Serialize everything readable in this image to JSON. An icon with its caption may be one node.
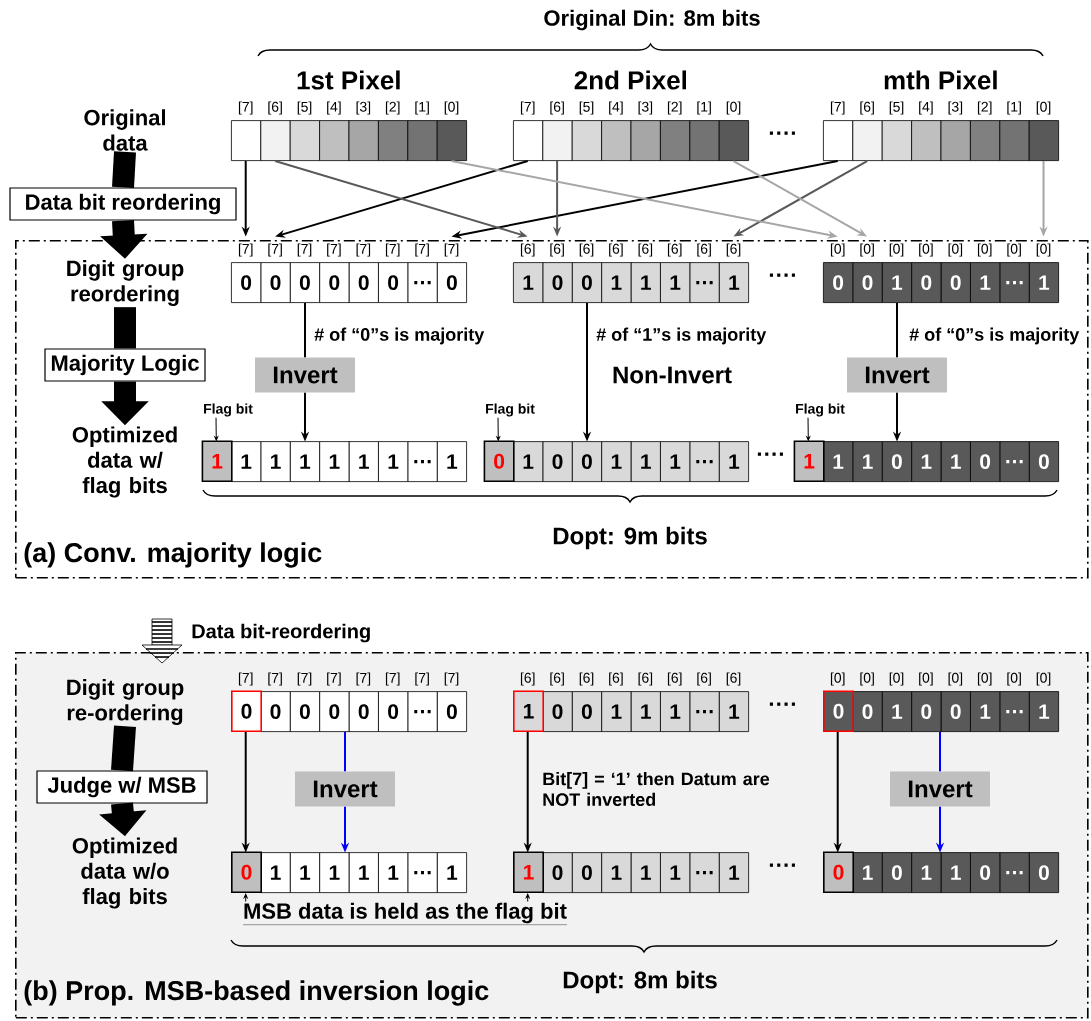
{
  "diagram": {
    "nodes": [
      {
        "text": [
          "(a) Conv. majority logic"
        ]
      },
      {
        "text": [
          "(b) Prop. MSB-based inversion logic"
        ]
      },
      {
        "text": [
          "Original data"
        ]
      },
      {
        "text": [
          "Data bit reordering"
        ]
      },
      {
        "text": [
          "Digit group reordering"
        ],
        "in": 0
      },
      {
        "text": [
          "Majority Logic"
        ],
        "in": 0
      },
      {
        "text": [
          "Optimized data w/ flag bits"
        ],
        "in": 0
      },
      {
        "text": [
          "1st Pixel",
          "[7]",
          "[6]",
          "[5]",
          "[4]",
          "[3]",
          "[2]",
          "[1]",
          "[0]"
        ]
      },
      {
        "text": [
          "2nd Pixel",
          "[7]",
          "[6]",
          "[5]",
          "[4]",
          "[3]",
          "[2]",
          "[1]",
          "[0]"
        ]
      },
      {
        "text": [
          "mth Pixel",
          "[7]",
          "[6]",
          "[5]",
          "[4]",
          "[3]",
          "[2]",
          "[1]",
          "[0]"
        ]
      },
      {
        "text": [
          "[7]",
          "[7]",
          "[7]",
          "[7]",
          "[7]",
          "[7]",
          "[7]",
          "[7]",
          "0",
          "0",
          "0",
          "0",
          "0",
          "0",
          "…",
          "0"
        ],
        "in": 0
      },
      {
        "text": [
          "[6]",
          "[6]",
          "[6]",
          "[6]",
          "[6]",
          "[6]",
          "[6]",
          "[6]",
          "1",
          "0",
          "0",
          "1",
          "1",
          "1",
          "…",
          "1"
        ],
        "in": 0
      },
      {
        "text": [
          "[0]",
          "[0]",
          "[0]",
          "[0]",
          "[0]",
          "[0]",
          "[0]",
          "[0]",
          "0",
          "0",
          "1",
          "0",
          "0",
          "1",
          "…",
          "1"
        ],
        "in": 0
      },
      {
        "text": [
          "Invert"
        ],
        "in": 0
      },
      {
        "text": [
          "Invert"
        ],
        "in": 0
      },
      {
        "text": [
          "Flag bit"
        ],
        "in": 0
      },
      {
        "text": [
          "Flag bit"
        ],
        "in": 0
      },
      {
        "text": [
          "Flag bit"
        ],
        "in": 0
      },
      {
        "text": [
          "1",
          "1",
          "1",
          "1",
          "1",
          "1",
          "1",
          "…",
          "1"
        ],
        "in": 0
      },
      {
        "text": [
          "0",
          "1",
          "0",
          "0",
          "1",
          "1",
          "1",
          "…",
          "1"
        ],
        "in": 0
      },
      {
        "text": [
          "1",
          "1",
          "1",
          "0",
          "1",
          "1",
          "0",
          "…",
          "0"
        ],
        "in": 0
      },
      {
        "text": [
          "Digit group re-ordering"
        ],
        "in": 1
      },
      {
        "text": [
          "Judge w/ MSB"
        ],
        "in": 1
      },
      {
        "text": [
          "Optimized data w/o flag bits"
        ],
        "in": 1
      },
      {
        "text": [
          "[7]",
          "[7]",
          "[7]",
          "[7]",
          "[7]",
          "[7]",
          "[7]",
          "[7]",
          "0",
          "0",
          "0",
          "0",
          "0",
          "0",
          "…",
          "0"
        ],
        "in": 1
      },
      {
        "text": [
          "[6]",
          "[6]",
          "[6]",
          "[6]",
          "[6]",
          "[6]",
          "[6]",
          "[6]",
          "1",
          "0",
          "0",
          "1",
          "1",
          "1",
          "…",
          "1"
        ],
        "in": 1
      },
      {
        "text": [
          "[0]",
          "[0]",
          "[0]",
          "[0]",
          "[0]",
          "[0]",
          "[0]",
          "[0]",
          "0",
          "0",
          "1",
          "0",
          "0",
          "1",
          "…",
          "1"
        ],
        "in": 1
      },
      {
        "text": [
          "Invert"
        ],
        "in": 1
      },
      {
        "text": [
          "Invert"
        ],
        "in": 1
      },
      {
        "text": [
          "0",
          "1",
          "1",
          "1",
          "1",
          "1",
          "…",
          "1"
        ],
        "in": 1
      },
      {
        "text": [
          "1",
          "0",
          "0",
          "1",
          "1",
          "1",
          "…",
          "1"
        ],
        "in": 1
      },
      {
        "text": [
          "0",
          "1",
          "0",
          "1",
          "1",
          "0",
          "…",
          "0"
        ],
        "in": 1
      },
      {
        "text": [
          "MSB data is held as the flag bit"
        ],
        "in": 1
      }
    ],
    "edges": [
      {
        "from": 2,
        "to": 3,
        "arrow": "none",
        "style": "thick"
      },
      {
        "from": 3,
        "to": 4,
        "arrow": "to",
        "style": "thick"
      },
      {
        "from": 4,
        "to": 5,
        "arrow": "none",
        "style": "thick"
      },
      {
        "from": 5,
        "to": 6,
        "arrow": "to",
        "style": "thick"
      },
      {
        "from": 7,
        "to": 10,
        "arrow": "to"
      },
      {
        "from": 8,
        "to": 10,
        "arrow": "to"
      },
      {
        "from": 9,
        "to": 10,
        "arrow": "to"
      },
      {
        "from": 7,
        "to": 11,
        "arrow": "to",
        "color": "#595959"
      },
      {
        "from": 8,
        "to": 11,
        "arrow": "to",
        "color": "#595959"
      },
      {
        "from": 9,
        "to": 11,
        "arrow": "to",
        "color": "#595959"
      },
      {
        "from": 7,
        "to": 12,
        "arrow": "to",
        "color": "#a6a6a6"
      },
      {
        "from": 8,
        "to": 12,
        "arrow": "to",
        "color": "#a6a6a6"
      },
      {
        "from": 9,
        "to": 12,
        "arrow": "to",
        "color": "#a6a6a6"
      },
      {
        "from": 10,
        "to": 13,
        "arrow": "none",
        "label": "# of “0”s is majority"
      },
      {
        "from": 13,
        "to": 18,
        "arrow": "to"
      },
      {
        "from": 11,
        "to": 19,
        "arrow": "to",
        "label": "# of “1”s is majority"
      },
      {
        "from": 12,
        "to": 14,
        "arrow": "none",
        "label": "# of “0”s is majority"
      },
      {
        "from": 14,
        "to": 20,
        "arrow": "to"
      },
      {
        "from": 15,
        "to": 18,
        "arrow": "to"
      },
      {
        "from": 16,
        "to": 19,
        "arrow": "to"
      },
      {
        "from": 17,
        "to": 20,
        "arrow": "to"
      },
      {
        "from": 21,
        "to": 22,
        "arrow": "none",
        "style": "thick"
      },
      {
        "from": 22,
        "to": 23,
        "arrow": "to",
        "style": "thick"
      },
      {
        "from": 24,
        "to": 29,
        "arrow": "to"
      },
      {
        "from": 24,
        "to": 27,
        "arrow": "none",
        "color": "#0000ff"
      },
      {
        "from": 27,
        "to": 29,
        "arrow": "to",
        "color": "#0000ff"
      },
      {
        "from": 25,
        "to": 30,
        "arrow": "to",
        "label": "Bit[7] = ‘1’ then Datum are NOT inverted"
      },
      {
        "from": 26,
        "to": 31,
        "arrow": "to"
      },
      {
        "from": 26,
        "to": 28,
        "arrow": "none",
        "color": "#0000ff"
      },
      {
        "from": 28,
        "to": 31,
        "arrow": "to",
        "color": "#0000ff"
      },
      {
        "from": 32,
        "to": 29,
        "arrow": "to"
      },
      {
        "from": 32,
        "to": 30,
        "arrow": "to"
      }
    ],
    "labels": [
      "Original Din: 8m bits",
      "····",
      "····",
      "Non-Invert",
      "····",
      "Dopt: 9m bits",
      "Data bit-reordering",
      "····",
      "····",
      "Dopt: 8m bits"
    ]
  }
}
